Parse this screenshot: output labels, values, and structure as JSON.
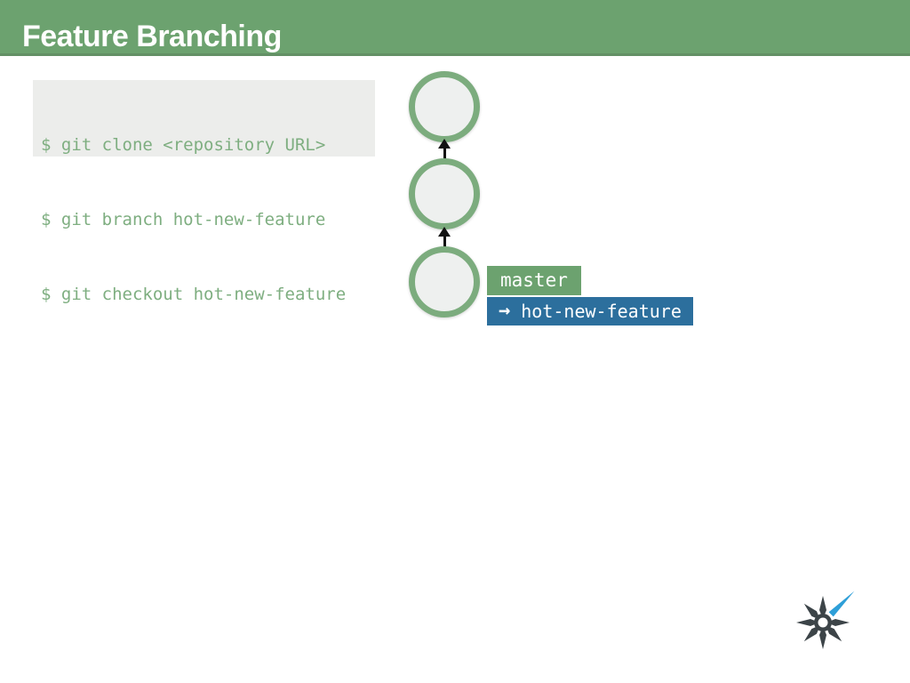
{
  "slide": {
    "title": "Feature Branching"
  },
  "code_block": {
    "lines": [
      "$ git clone <repository URL>",
      "$ git branch hot-new-feature",
      "$ git checkout hot-new-feature"
    ]
  },
  "diagram": {
    "commit_count": 3,
    "labels": {
      "master": {
        "text": "master"
      },
      "feature": {
        "icon": "→",
        "text": "hot-new-feature"
      }
    }
  },
  "colors": {
    "header_green": "#6CA26F",
    "code_background": "#ECEDEB",
    "code_text_green": "#7EAE80",
    "commit_border_green": "#7CAC7E",
    "commit_fill": "#EEF0EF",
    "master_label_green": "#6CA26F",
    "feature_label_blue": "#2C6F9D",
    "arrow_black": "#121212",
    "logo_dark": "#3C4448",
    "logo_blue": "#2E9FD8"
  }
}
